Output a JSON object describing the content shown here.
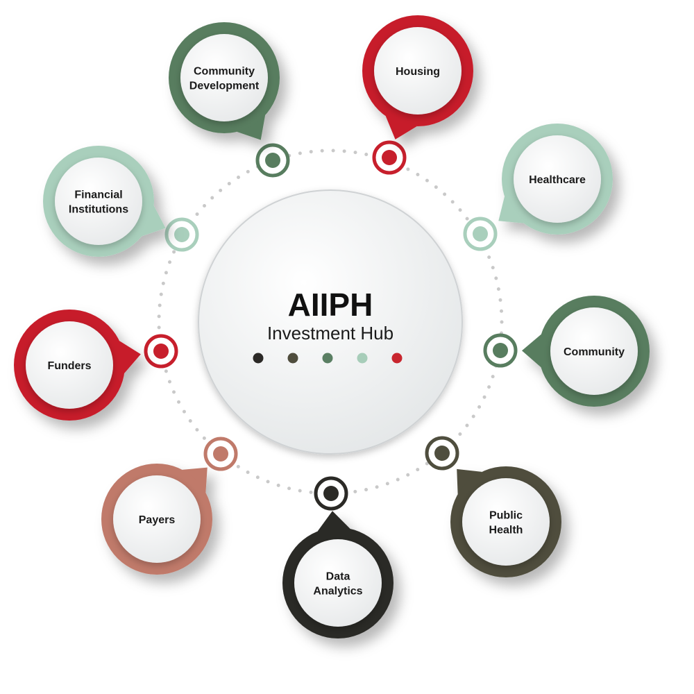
{
  "hub": {
    "title": "AIIPH",
    "subtitle": "Investment Hub",
    "dot_colors": [
      "#2b2926",
      "#4f4d3d",
      "#5a7f63",
      "#a7cdb9",
      "#c8252e"
    ]
  },
  "nodes": [
    {
      "id": "community-development",
      "lines": [
        "Community",
        "Development"
      ],
      "color": "#587d5f"
    },
    {
      "id": "housing",
      "lines": [
        "Housing"
      ],
      "color": "#c71f2c"
    },
    {
      "id": "healthcare",
      "lines": [
        "Healthcare"
      ],
      "color": "#a9cfbc"
    },
    {
      "id": "community",
      "lines": [
        "Community"
      ],
      "color": "#587d5f"
    },
    {
      "id": "public-health",
      "lines": [
        "Public",
        "Health"
      ],
      "color": "#4f4e3e"
    },
    {
      "id": "data-analytics",
      "lines": [
        "Data",
        "Analytics"
      ],
      "color": "#2b2a26"
    },
    {
      "id": "payers",
      "lines": [
        "Payers"
      ],
      "color": "#c07a6a"
    },
    {
      "id": "funders",
      "lines": [
        "Funders"
      ],
      "color": "#c71f2c"
    },
    {
      "id": "financial-institutions",
      "lines": [
        "Financial",
        "Institutions"
      ],
      "color": "#a9cfbc"
    }
  ]
}
